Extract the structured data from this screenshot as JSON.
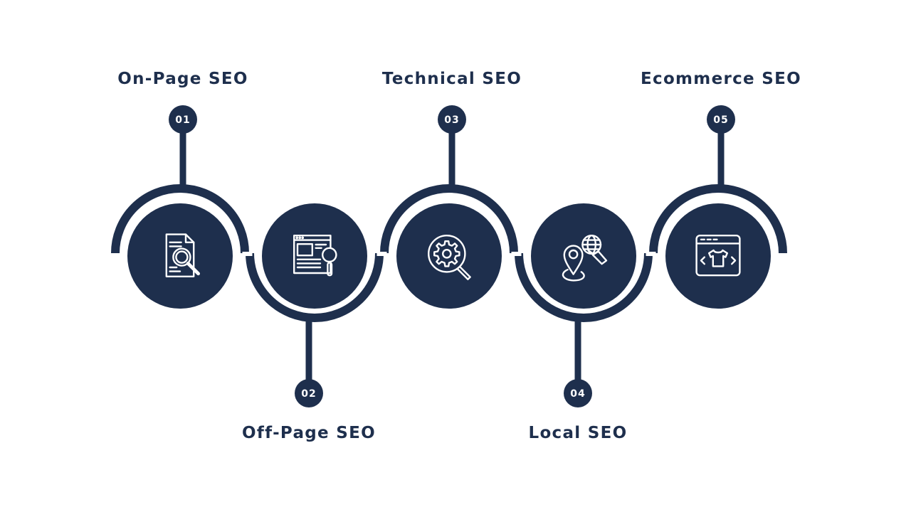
{
  "colors": {
    "primary": "#1e2f4d",
    "icon_stroke": "#ffffff",
    "background": "#ffffff"
  },
  "steps": [
    {
      "number": "01",
      "title": "On-Page SEO",
      "icon": "document-search-icon",
      "position": "top"
    },
    {
      "number": "02",
      "title": "Off-Page SEO",
      "icon": "webpage-search-icon",
      "position": "bottom"
    },
    {
      "number": "03",
      "title": "Technical SEO",
      "icon": "gear-search-icon",
      "position": "top"
    },
    {
      "number": "04",
      "title": "Local SEO",
      "icon": "location-globe-icon",
      "position": "bottom"
    },
    {
      "number": "05",
      "title": "Ecommerce SEO",
      "icon": "shop-browser-icon",
      "position": "top"
    }
  ]
}
